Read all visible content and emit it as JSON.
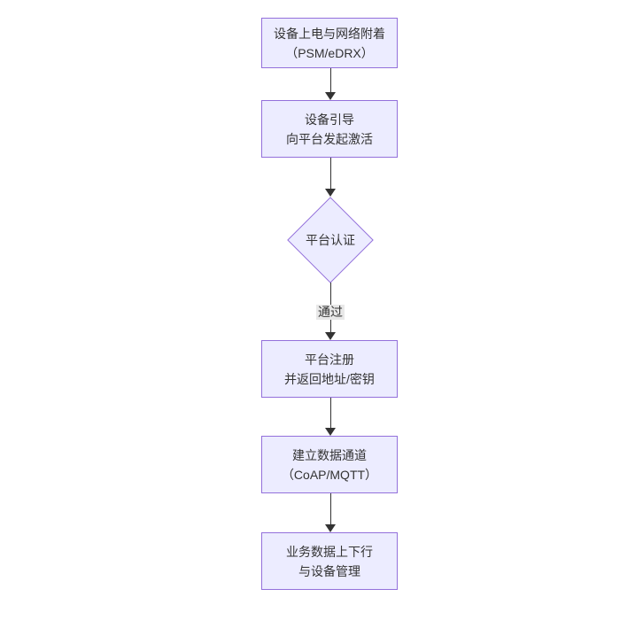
{
  "diagram": {
    "type": "flowchart",
    "direction": "top-down",
    "colors": {
      "background": "#ffffff",
      "node_fill": "#ECECFF",
      "node_border": "#9370DB",
      "text": "#333333",
      "arrow": "#333333",
      "edge_label_bg": "#e8e8e8"
    },
    "nodes": {
      "power": {
        "type": "rect",
        "line1": "设备上电与网络附着",
        "line2": "（PSM/eDRX）"
      },
      "boot": {
        "type": "rect",
        "line1": "设备引导",
        "line2": "向平台发起激活"
      },
      "auth": {
        "type": "diamond",
        "label": "平台认证"
      },
      "register": {
        "type": "rect",
        "line1": "平台注册",
        "line2": "并返回地址/密钥"
      },
      "channel": {
        "type": "rect",
        "line1": "建立数据通道",
        "line2": "（CoAP/MQTT）"
      },
      "business": {
        "type": "rect",
        "line1": "业务数据上下行",
        "line2": "与设备管理"
      }
    },
    "edges": {
      "pass_label": "通过"
    }
  }
}
